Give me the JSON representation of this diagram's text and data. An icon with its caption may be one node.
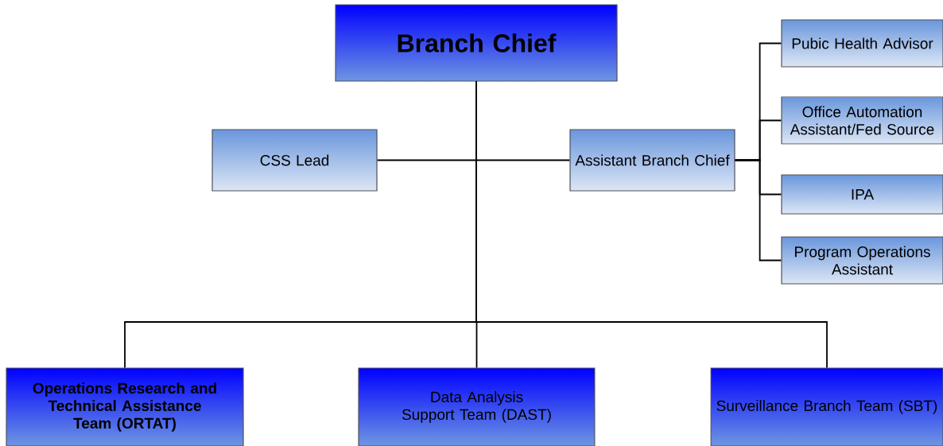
{
  "diagram": {
    "nodes": [
      {
        "text": [
          "Branch Chief"
        ]
      },
      {
        "text": [
          "CSS Lead"
        ]
      },
      {
        "text": [
          "Assistant Branch Chief"
        ]
      },
      {
        "text": [
          "Pubic Health Advisor"
        ]
      },
      {
        "text": [
          "Office Automation Assistant/Fed Source"
        ]
      },
      {
        "text": [
          "IPA"
        ]
      },
      {
        "text": [
          "Program Operations Assistant"
        ]
      },
      {
        "text": [
          "Operations Research and Technical Assistance Team (ORTAT)"
        ]
      },
      {
        "text": [
          "Data Analysis Support Team (DAST)"
        ]
      },
      {
        "text": [
          "Surveillance Branch Team (SBT)"
        ]
      }
    ],
    "edges": [
      {
        "from": 0,
        "to": 1,
        "arrow": "none"
      },
      {
        "from": 0,
        "to": 2,
        "arrow": "none"
      },
      {
        "from": 2,
        "to": 3,
        "arrow": "none"
      },
      {
        "from": 2,
        "to": 4,
        "arrow": "none"
      },
      {
        "from": 2,
        "to": 5,
        "arrow": "none"
      },
      {
        "from": 2,
        "to": 6,
        "arrow": "none"
      },
      {
        "from": 0,
        "to": 7,
        "arrow": "none"
      },
      {
        "from": 0,
        "to": 8,
        "arrow": "none"
      },
      {
        "from": 0,
        "to": 9,
        "arrow": "none"
      }
    ]
  }
}
